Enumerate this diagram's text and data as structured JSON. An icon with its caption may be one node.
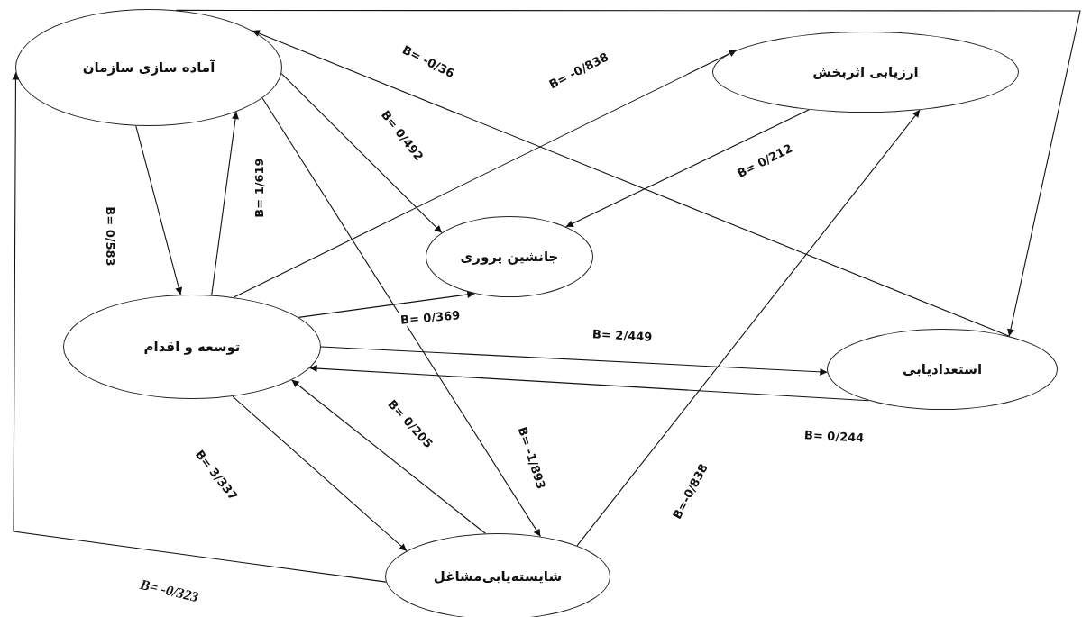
{
  "diagram": {
    "nodes": [
      {
        "text": [
          "آماده سازی سازمان"
        ]
      },
      {
        "text": [
          "ارزیابی اثربخش"
        ]
      },
      {
        "text": [
          "جانشین پروری"
        ]
      },
      {
        "text": [
          "توسعه و اقدام"
        ]
      },
      {
        "text": [
          "استعدادیابی"
        ]
      },
      {
        "text": [
          "شایسته‌یابی‌مشاغل"
        ]
      }
    ],
    "edges": [
      {
        "from": 0,
        "to": 3,
        "arrow": "to",
        "label": "B= 0/583"
      },
      {
        "from": 3,
        "to": 0,
        "arrow": "to",
        "label": "B= 1/619"
      },
      {
        "from": 0,
        "to": 2,
        "arrow": "to",
        "label": "B= 0/492"
      },
      {
        "from": 0,
        "to": 5,
        "arrow": "to",
        "label": "B= -1/893"
      },
      {
        "from": 4,
        "to": 0,
        "arrow": "to",
        "label": "B= -0/36"
      },
      {
        "from": 3,
        "to": 1,
        "arrow": "to",
        "label": "B= -0/838"
      },
      {
        "from": 1,
        "to": 2,
        "arrow": "to",
        "label": "B= 0/212"
      },
      {
        "from": 3,
        "to": 2,
        "arrow": "to",
        "label": "B= 0/369"
      },
      {
        "from": 3,
        "to": 4,
        "arrow": "to",
        "label": "B= 2/449"
      },
      {
        "from": 4,
        "to": 3,
        "arrow": "to",
        "label": "B= 0/244"
      },
      {
        "from": 3,
        "to": 5,
        "arrow": "to",
        "label": "B= 3/337"
      },
      {
        "from": 5,
        "to": 3,
        "arrow": "to",
        "label": "B= 0/205"
      },
      {
        "from": 5,
        "to": 1,
        "arrow": "to",
        "label": "B=-0/838"
      },
      {
        "from": 5,
        "to": 0,
        "arrow": "to",
        "label": "B= -0/323"
      },
      {
        "from": 0,
        "to": 4,
        "arrow": "to"
      }
    ]
  }
}
